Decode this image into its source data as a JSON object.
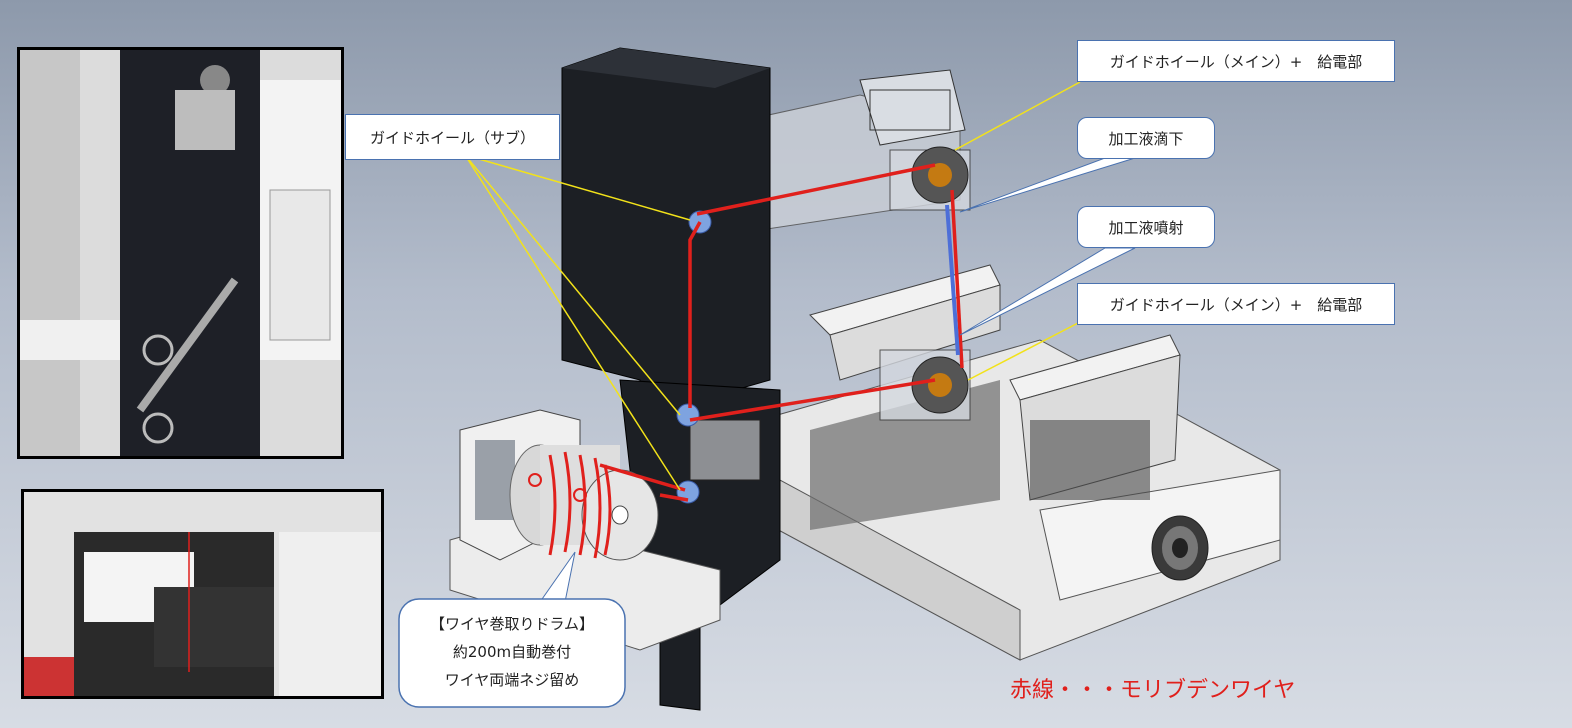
{
  "callouts": {
    "guide_sub": "ガイドホイール（サブ）",
    "guide_main_top": "ガイドホイール（メイン）+　給電部",
    "fluid_drip": "加工液滴下",
    "fluid_spray": "加工液噴射",
    "guide_main_bottom": "ガイドホイール（メイン）+　給電部"
  },
  "drum": {
    "line1": "【ワイヤ巻取りドラム】",
    "line2": "約200m自動巻付",
    "line3": "ワイヤ両端ネジ留め"
  },
  "legend": "赤線・・・モリブデンワイヤ",
  "colors": {
    "wire": "#e0201c",
    "callout_border": "#4a72b0",
    "frame": "#1c1f24",
    "leader": "#f2e21a"
  }
}
